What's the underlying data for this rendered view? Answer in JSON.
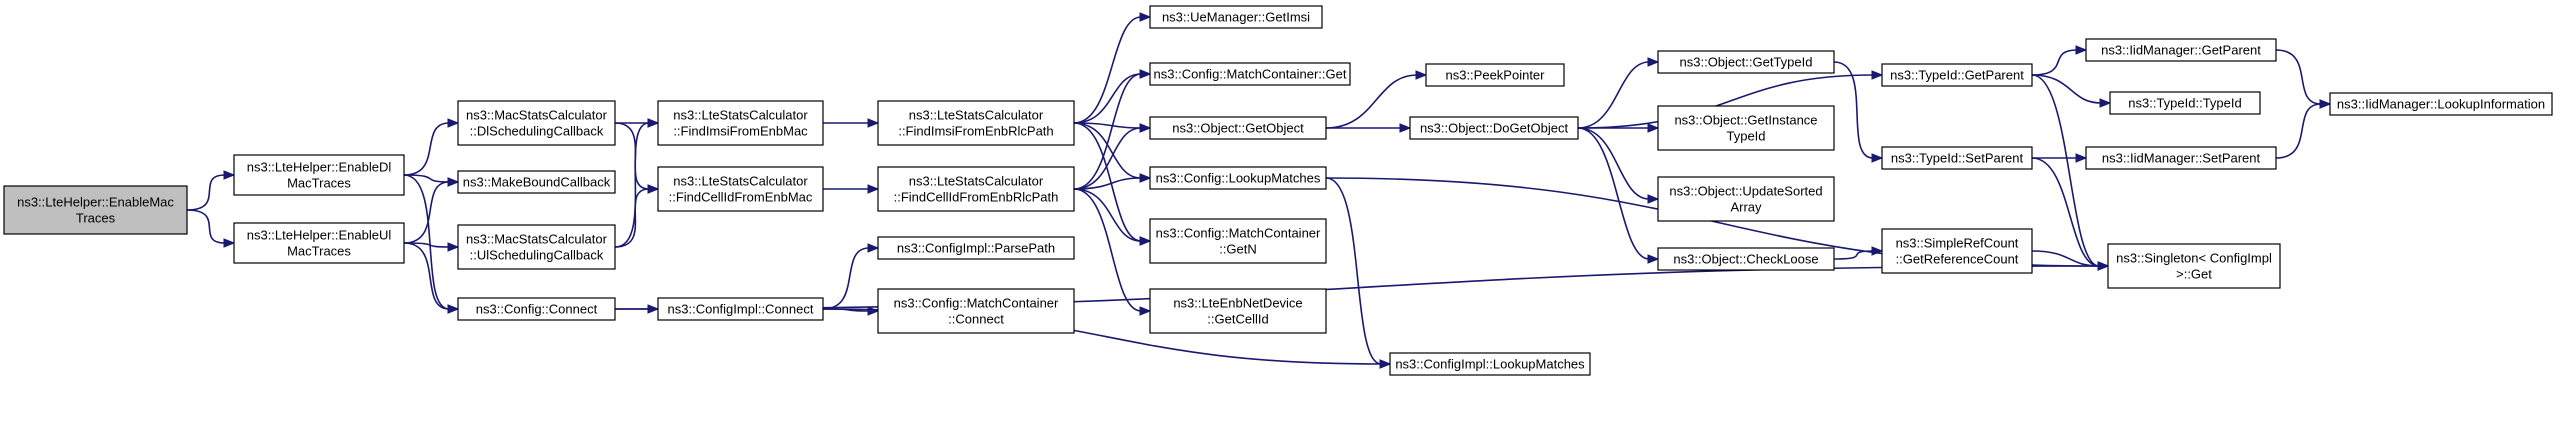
{
  "graph": {
    "colors": {
      "edge": "#191970",
      "node_fill": "#ffffff",
      "root_fill": "#bfbfbf",
      "border": "#000000"
    },
    "nodes": [
      {
        "id": "enableMac",
        "lines": [
          "ns3::LteHelper::EnableMac",
          "Traces"
        ],
        "root": true
      },
      {
        "id": "enableDl",
        "lines": [
          "ns3::LteHelper::EnableDl",
          "MacTraces"
        ]
      },
      {
        "id": "enableUl",
        "lines": [
          "ns3::LteHelper::EnableUl",
          "MacTraces"
        ]
      },
      {
        "id": "dlSched",
        "lines": [
          "ns3::MacStatsCalculator",
          "::DlSchedulingCallback"
        ]
      },
      {
        "id": "makeBound",
        "lines": [
          "ns3::MakeBoundCallback"
        ]
      },
      {
        "id": "ulSched",
        "lines": [
          "ns3::MacStatsCalculator",
          "::UlSchedulingCallback"
        ]
      },
      {
        "id": "configConnect",
        "lines": [
          "ns3::Config::Connect"
        ]
      },
      {
        "id": "findImsiEnbMac",
        "lines": [
          "ns3::LteStatsCalculator",
          "::FindImsiFromEnbMac"
        ]
      },
      {
        "id": "findCellEnbMac",
        "lines": [
          "ns3::LteStatsCalculator",
          "::FindCellIdFromEnbMac"
        ]
      },
      {
        "id": "implConnect",
        "lines": [
          "ns3::ConfigImpl::Connect"
        ]
      },
      {
        "id": "findImsiEnbRlc",
        "lines": [
          "ns3::LteStatsCalculator",
          "::FindImsiFromEnbRlcPath"
        ]
      },
      {
        "id": "findCellEnbRlc",
        "lines": [
          "ns3::LteStatsCalculator",
          "::FindCellIdFromEnbRlcPath"
        ]
      },
      {
        "id": "parsePath",
        "lines": [
          "ns3::ConfigImpl::ParsePath"
        ]
      },
      {
        "id": "mcConnect",
        "lines": [
          "ns3::Config::MatchContainer",
          "::Connect"
        ]
      },
      {
        "id": "getImsi",
        "lines": [
          "ns3::UeManager::GetImsi"
        ]
      },
      {
        "id": "mcGet",
        "lines": [
          "ns3::Config::MatchContainer::Get"
        ]
      },
      {
        "id": "objGetObject",
        "lines": [
          "ns3::Object::GetObject"
        ]
      },
      {
        "id": "cfgLookup",
        "lines": [
          "ns3::Config::LookupMatches"
        ]
      },
      {
        "id": "mcGetN",
        "lines": [
          "ns3::Config::MatchContainer",
          "::GetN"
        ]
      },
      {
        "id": "getCellId",
        "lines": [
          "ns3::LteEnbNetDevice",
          "::GetCellId"
        ]
      },
      {
        "id": "peekPointer",
        "lines": [
          "ns3::PeekPointer"
        ]
      },
      {
        "id": "doGetObject",
        "lines": [
          "ns3::Object::DoGetObject"
        ]
      },
      {
        "id": "implLookup",
        "lines": [
          "ns3::ConfigImpl::LookupMatches"
        ]
      },
      {
        "id": "objGetTypeId",
        "lines": [
          "ns3::Object::GetTypeId"
        ]
      },
      {
        "id": "objGetInstance",
        "lines": [
          "ns3::Object::GetInstance",
          "TypeId"
        ]
      },
      {
        "id": "objUpdateSorted",
        "lines": [
          "ns3::Object::UpdateSorted",
          "Array"
        ]
      },
      {
        "id": "objCheckLoose",
        "lines": [
          "ns3::Object::CheckLoose"
        ]
      },
      {
        "id": "refCount",
        "lines": [
          "ns3::SimpleRefCount",
          "::GetReferenceCount"
        ]
      },
      {
        "id": "typeGetParent",
        "lines": [
          "ns3::TypeId::GetParent"
        ]
      },
      {
        "id": "typeSetParent",
        "lines": [
          "ns3::TypeId::SetParent"
        ]
      },
      {
        "id": "singleton",
        "lines": [
          "ns3::Singleton< ConfigImpl",
          " >::Get"
        ]
      },
      {
        "id": "iidGetParent",
        "lines": [
          "ns3::IidManager::GetParent"
        ]
      },
      {
        "id": "typeTypeId",
        "lines": [
          "ns3::TypeId::TypeId"
        ]
      },
      {
        "id": "iidSetParent",
        "lines": [
          "ns3::IidManager::SetParent"
        ]
      },
      {
        "id": "iidLookup",
        "lines": [
          "ns3::IidManager::LookupInformation"
        ]
      }
    ],
    "edges": [
      {
        "from": "enableMac",
        "to": "enableDl"
      },
      {
        "from": "enableMac",
        "to": "enableUl"
      },
      {
        "from": "enableDl",
        "to": "dlSched"
      },
      {
        "from": "enableDl",
        "to": "makeBound"
      },
      {
        "from": "enableDl",
        "to": "configConnect"
      },
      {
        "from": "enableUl",
        "to": "makeBound"
      },
      {
        "from": "enableUl",
        "to": "ulSched"
      },
      {
        "from": "enableUl",
        "to": "configConnect"
      },
      {
        "from": "dlSched",
        "to": "findImsiEnbMac"
      },
      {
        "from": "dlSched",
        "to": "findCellEnbMac"
      },
      {
        "from": "ulSched",
        "to": "findImsiEnbMac"
      },
      {
        "from": "ulSched",
        "to": "findCellEnbMac"
      },
      {
        "from": "configConnect",
        "to": "implConnect"
      },
      {
        "from": "configConnect",
        "to": "singleton"
      },
      {
        "from": "findImsiEnbMac",
        "to": "findImsiEnbRlc"
      },
      {
        "from": "findCellEnbMac",
        "to": "findCellEnbRlc"
      },
      {
        "from": "implConnect",
        "to": "parsePath"
      },
      {
        "from": "implConnect",
        "to": "mcConnect"
      },
      {
        "from": "implConnect",
        "to": "implLookup"
      },
      {
        "from": "findImsiEnbRlc",
        "to": "getImsi"
      },
      {
        "from": "findImsiEnbRlc",
        "to": "mcGet"
      },
      {
        "from": "findImsiEnbRlc",
        "to": "objGetObject"
      },
      {
        "from": "findImsiEnbRlc",
        "to": "cfgLookup"
      },
      {
        "from": "findImsiEnbRlc",
        "to": "mcGetN"
      },
      {
        "from": "findCellEnbRlc",
        "to": "mcGet"
      },
      {
        "from": "findCellEnbRlc",
        "to": "objGetObject"
      },
      {
        "from": "findCellEnbRlc",
        "to": "cfgLookup"
      },
      {
        "from": "findCellEnbRlc",
        "to": "mcGetN"
      },
      {
        "from": "findCellEnbRlc",
        "to": "getCellId"
      },
      {
        "from": "objGetObject",
        "to": "peekPointer"
      },
      {
        "from": "objGetObject",
        "to": "doGetObject"
      },
      {
        "from": "cfgLookup",
        "to": "implLookup"
      },
      {
        "from": "cfgLookup",
        "to": "singleton"
      },
      {
        "from": "doGetObject",
        "to": "objGetTypeId"
      },
      {
        "from": "doGetObject",
        "to": "objGetInstance"
      },
      {
        "from": "doGetObject",
        "to": "objUpdateSorted"
      },
      {
        "from": "doGetObject",
        "to": "objCheckLoose"
      },
      {
        "from": "doGetObject",
        "to": "typeGetParent"
      },
      {
        "from": "objGetTypeId",
        "to": "typeSetParent"
      },
      {
        "from": "objCheckLoose",
        "to": "refCount"
      },
      {
        "from": "refCount",
        "to": "singleton"
      },
      {
        "from": "typeGetParent",
        "to": "iidGetParent"
      },
      {
        "from": "typeGetParent",
        "to": "typeTypeId"
      },
      {
        "from": "typeGetParent",
        "to": "singleton"
      },
      {
        "from": "typeSetParent",
        "to": "iidSetParent"
      },
      {
        "from": "typeSetParent",
        "to": "singleton"
      },
      {
        "from": "iidGetParent",
        "to": "iidLookup"
      },
      {
        "from": "iidSetParent",
        "to": "iidLookup"
      }
    ]
  }
}
